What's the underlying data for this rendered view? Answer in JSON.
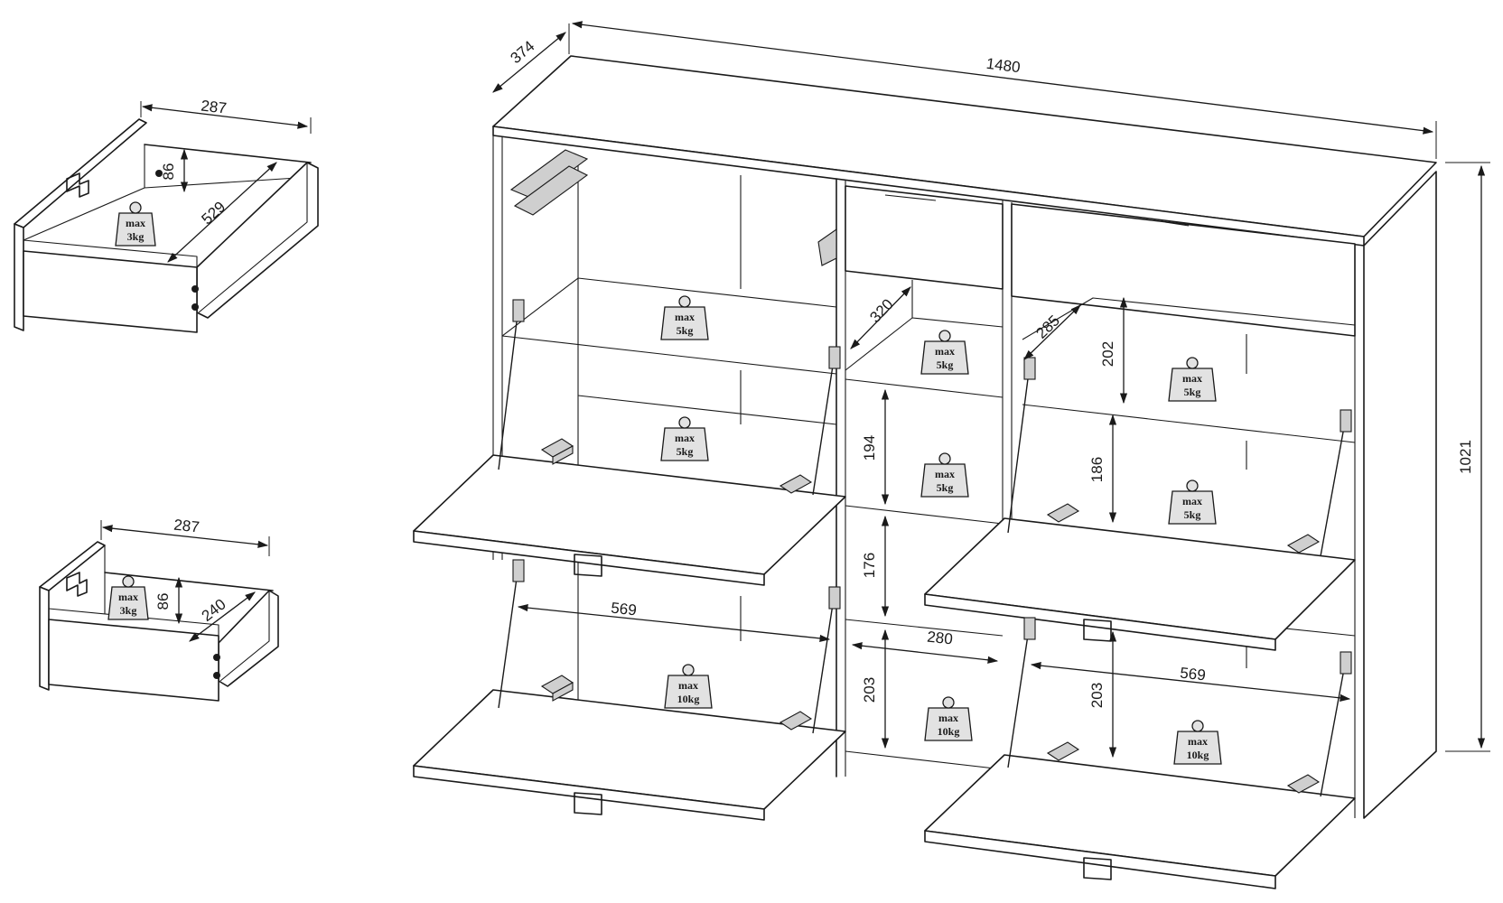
{
  "dimensions": {
    "depth": "374",
    "width": "1480",
    "height": "1021",
    "drawer_top_width": "287",
    "drawer_top_height": "86",
    "drawer_top_depth": "529",
    "drawer_bottom_width": "287",
    "drawer_bottom_height": "86",
    "drawer_bottom_depth": "240",
    "left_flap_width": "569",
    "right_flap_width": "569",
    "middle_shelf_depth": "320",
    "right_shelf_depth": "285",
    "middle_h1": "194",
    "middle_h2": "176",
    "middle_h3": "203",
    "middle_width": "280",
    "right_h1": "202",
    "right_h2": "186",
    "right_h3": "203"
  },
  "load_labels": {
    "max": "max",
    "kg3": "3kg",
    "kg5": "5kg",
    "kg10": "10kg"
  }
}
